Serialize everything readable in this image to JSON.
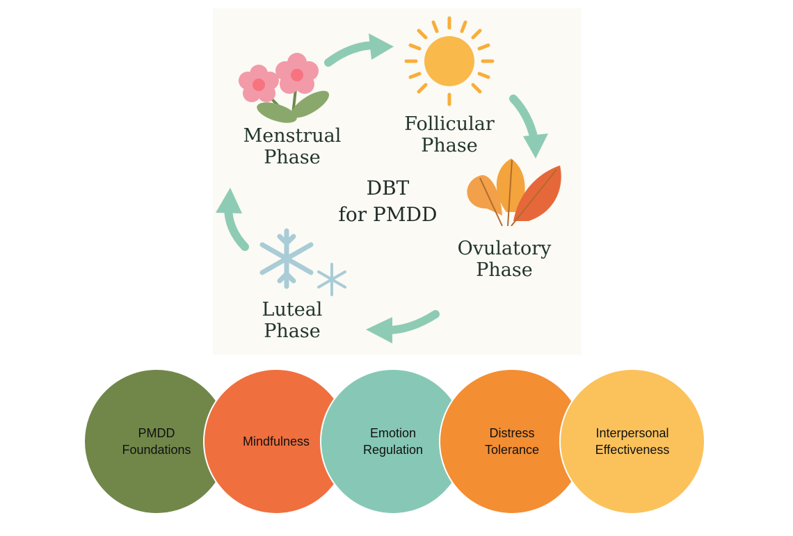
{
  "center": {
    "line1": "DBT",
    "line2": "for PMDD"
  },
  "phases": [
    {
      "id": "menstrual",
      "line1": "Menstrual",
      "line2": "Phase",
      "icon": "flower-icon"
    },
    {
      "id": "follicular",
      "line1": "Follicular",
      "line2": "Phase",
      "icon": "sun-icon"
    },
    {
      "id": "ovulatory",
      "line1": "Ovulatory",
      "line2": "Phase",
      "icon": "autumn-leaves-icon"
    },
    {
      "id": "luteal",
      "line1": "Luteal",
      "line2": "Phase",
      "icon": "snowflake-icon"
    }
  ],
  "modules": [
    {
      "label": "PMDD\nFoundations",
      "color": "#71874a"
    },
    {
      "label": "Mindfulness",
      "color": "#ef6f3f"
    },
    {
      "label": "Emotion\nRegulation",
      "color": "#86c8b5"
    },
    {
      "label": "Distress\nTolerance",
      "color": "#f38e33"
    },
    {
      "label": "Interpersonal\nEffectiveness",
      "color": "#fbc25b"
    }
  ],
  "colors": {
    "arrow": "#8ecbb5",
    "text": "#23352d"
  }
}
